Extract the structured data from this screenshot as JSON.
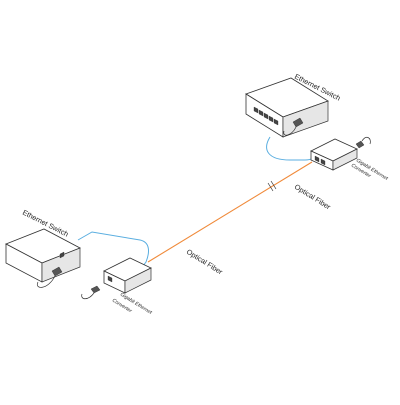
{
  "labels": {
    "switch_top": "Ethernet Switch",
    "switch_left": "Ethernet Switch",
    "converter_top_line1": "Gigabit Ethernet",
    "converter_top_line2": "Converter",
    "converter_left_line1": "Gigabit Ethernet",
    "converter_left_line2": "Converter",
    "fiber_upper": "Optical Fiber",
    "fiber_lower": "Optical Fiber"
  },
  "colors": {
    "fiber": "#f08a3a",
    "ethernet_cable": "#5aaee0",
    "outline": "#333333",
    "background": "#ffffff"
  },
  "icons": {
    "fiber_break": "double-slash",
    "power_plug": "plug-icon"
  }
}
